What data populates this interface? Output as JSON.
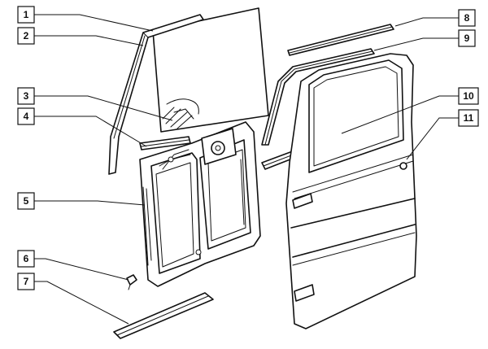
{
  "callouts": [
    {
      "id": "1",
      "label": "1"
    },
    {
      "id": "2",
      "label": "2"
    },
    {
      "id": "3",
      "label": "3"
    },
    {
      "id": "4",
      "label": "4"
    },
    {
      "id": "5",
      "label": "5"
    },
    {
      "id": "6",
      "label": "6"
    },
    {
      "id": "7",
      "label": "7"
    },
    {
      "id": "8",
      "label": "8"
    },
    {
      "id": "9",
      "label": "9"
    },
    {
      "id": "10",
      "label": "10"
    },
    {
      "id": "11",
      "label": "11"
    }
  ],
  "colors": {
    "line": "#111111",
    "background": "#ffffff",
    "shade": "#e9e9e9"
  }
}
